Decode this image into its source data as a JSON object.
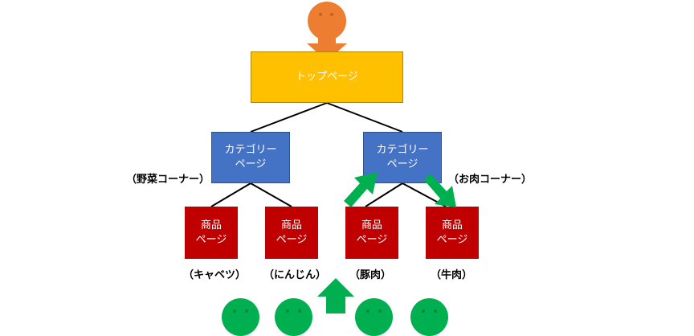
{
  "diagram": {
    "top_page": {
      "label": "トップページ",
      "color": "#ffc000"
    },
    "categories": [
      {
        "line1": "カテゴリー",
        "line2": "ページ",
        "annotation": "（野菜コーナー）",
        "color": "#4472c4"
      },
      {
        "line1": "カテゴリー",
        "line2": "ページ",
        "annotation": "（お肉コーナー）",
        "color": "#4472c4"
      }
    ],
    "products": [
      {
        "line1": "商品",
        "line2": "ページ",
        "annotation": "（キャベツ）",
        "color": "#c00000"
      },
      {
        "line1": "商品",
        "line2": "ページ",
        "annotation": "（にんじん）",
        "color": "#c00000"
      },
      {
        "line1": "商品",
        "line2": "ページ",
        "annotation": "（豚肉）",
        "color": "#c00000"
      },
      {
        "line1": "商品",
        "line2": "ページ",
        "annotation": "（牛肉）",
        "color": "#c00000"
      }
    ],
    "visitors": {
      "top_visitor_color": "#ed7d31",
      "bottom_visitors_count": 4,
      "bottom_visitor_color": "#00b050"
    },
    "arrows": {
      "entry_arrow": "down-into-top-page",
      "product_to_category": "up-from-pork-to-meat-category",
      "category_to_product": "down-from-meat-category-to-beef",
      "bottom_entry": "up-into-pork-page"
    }
  }
}
